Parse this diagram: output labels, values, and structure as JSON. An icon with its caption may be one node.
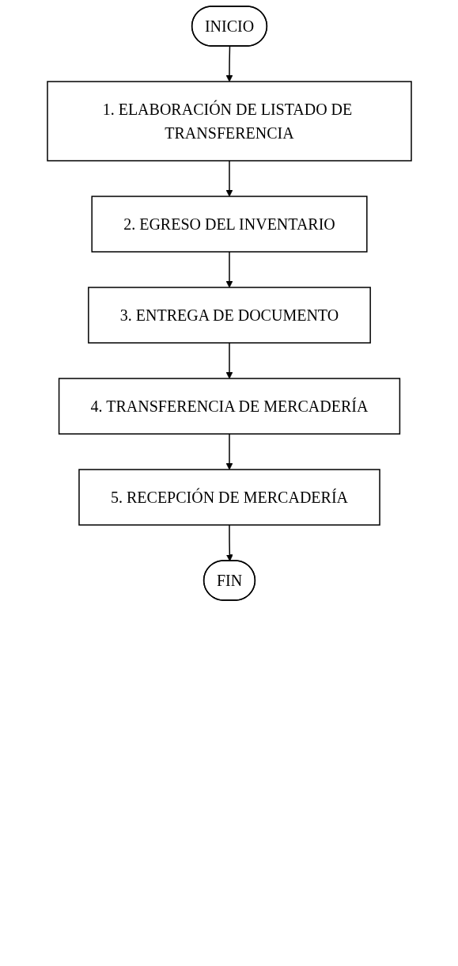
{
  "diagram": {
    "nodes": [
      {
        "text": [
          "INICIO"
        ]
      },
      {
        "text": [
          "1. ELABORACIÓN DE LISTADO DE TRANSFERENCIA"
        ]
      },
      {
        "text": [
          "2. EGRESO DEL INVENTARIO"
        ]
      },
      {
        "text": [
          "3. ENTREGA DE DOCUMENTO"
        ]
      },
      {
        "text": [
          "4. TRANSFERENCIA DE MERCADERÍA"
        ]
      },
      {
        "text": [
          "5. RECEPCIÓN DE MERCADERÍA"
        ]
      },
      {
        "text": [
          "FIN"
        ]
      }
    ],
    "edges": [
      {
        "from": 0,
        "to": 1,
        "arrow": "to"
      },
      {
        "from": 1,
        "to": 2,
        "arrow": "to"
      },
      {
        "from": 2,
        "to": 3,
        "arrow": "to"
      },
      {
        "from": 3,
        "to": 4,
        "arrow": "to"
      },
      {
        "from": 4,
        "to": 5,
        "arrow": "to"
      },
      {
        "from": 5,
        "to": 6,
        "arrow": "to"
      }
    ]
  }
}
